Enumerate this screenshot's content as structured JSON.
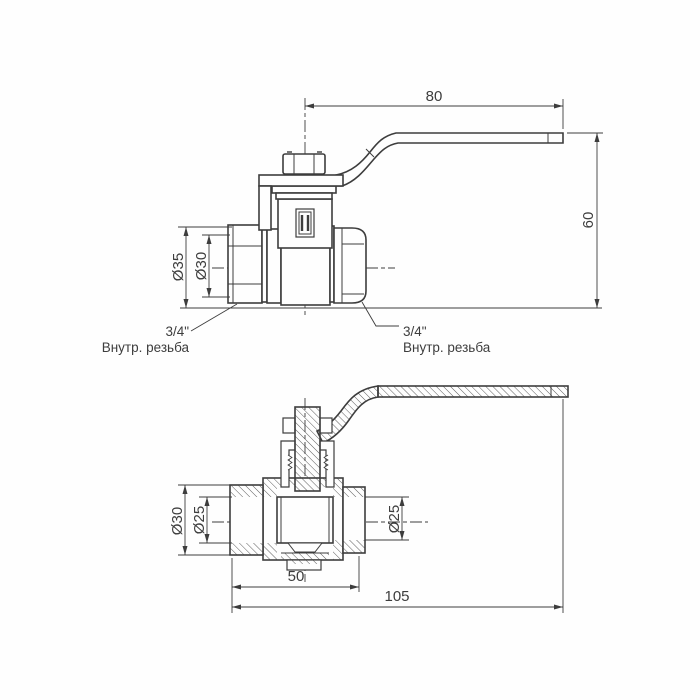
{
  "colors": {
    "line": "#3d3d3d",
    "background": "#fefefe"
  },
  "side_view": {
    "dim_handle_length": "80",
    "dim_height": "60",
    "dim_outer_diameter": "Ø35",
    "dim_thread_diameter": "Ø30",
    "left_port": {
      "size": "3/4\"",
      "thread_type": "Внутр. резьба"
    },
    "right_port": {
      "size": "3/4\"",
      "thread_type": "Внутр. резьба"
    }
  },
  "section_view": {
    "dim_outer_diameter": "Ø30",
    "dim_bore_left": "Ø25",
    "dim_bore_right": "Ø25",
    "dim_body_length": "50",
    "dim_overall_length": "105"
  }
}
